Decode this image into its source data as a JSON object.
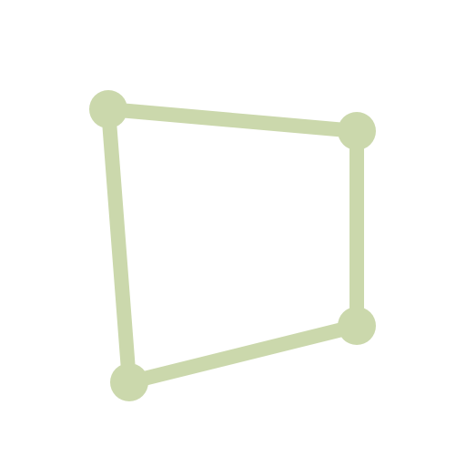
{
  "canvas": {
    "background": "#ffffff"
  },
  "shape": {
    "kind": "quadrilateral",
    "closed": true,
    "vertex_count": 4,
    "edge_count": 4,
    "color": "#cbd8ac"
  }
}
